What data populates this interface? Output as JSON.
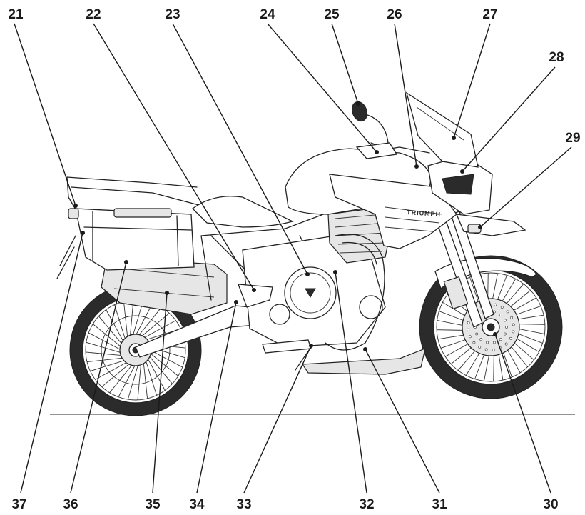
{
  "diagram": {
    "brand_text": "TRIUMPH",
    "callouts_top": [
      {
        "id": "c21",
        "label": "21"
      },
      {
        "id": "c22",
        "label": "22"
      },
      {
        "id": "c23",
        "label": "23"
      },
      {
        "id": "c24",
        "label": "24"
      },
      {
        "id": "c25",
        "label": "25"
      },
      {
        "id": "c26",
        "label": "26"
      },
      {
        "id": "c27",
        "label": "27"
      },
      {
        "id": "c28",
        "label": "28"
      },
      {
        "id": "c29",
        "label": "29"
      }
    ],
    "callouts_bottom": [
      {
        "id": "c37",
        "label": "37"
      },
      {
        "id": "c36",
        "label": "36"
      },
      {
        "id": "c35",
        "label": "35"
      },
      {
        "id": "c34",
        "label": "34"
      },
      {
        "id": "c33",
        "label": "33"
      },
      {
        "id": "c32",
        "label": "32"
      },
      {
        "id": "c31",
        "label": "31"
      },
      {
        "id": "c30",
        "label": "30"
      }
    ]
  }
}
